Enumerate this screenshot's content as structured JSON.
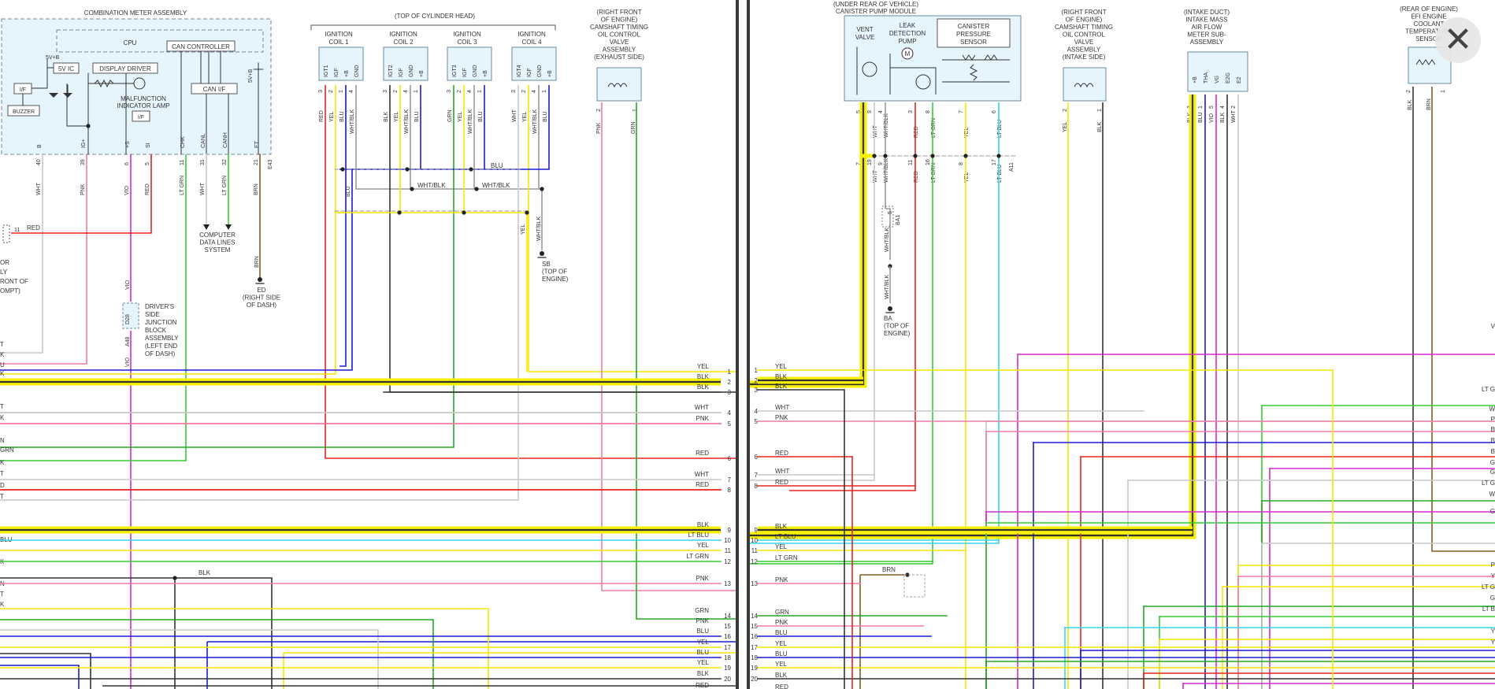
{
  "colors": {
    "RED": "#e8231f",
    "YEL": "#f5e600",
    "BLU": "#1b1bd6",
    "BLK": "#333333",
    "WHT": "#c8c8c8",
    "PNK": "#f27aa8",
    "GRN": "#23a823",
    "LT_GRN": "#33cc33",
    "LT_BLU": "#35d3ee",
    "VIO": "#d22bd2",
    "BRN": "#8a5a23",
    "WHT_BLK": "#9a9a9a",
    "GRY": "#777777",
    "highlight": "#f6f000",
    "box_fill": "#e6f4fb",
    "box_stroke": "#6b8aa0"
  },
  "close": {
    "icon": "close-icon",
    "glyph": "✕"
  },
  "left": {
    "combination_meter": {
      "title": "COMBINATION METER ASSEMBLY",
      "cpu": "CPU",
      "can_controller": "CAN CONTROLLER",
      "display_driver": "DISPLAY DRIVER",
      "five_v_ic": "5V IC",
      "five_v_b": "5V+B",
      "five_v_b2": "5V+B",
      "if_left": "I/F",
      "buzzer": "BUZZER",
      "mil_1": "MALFUNCTION",
      "mil_2": "INDICATOR LAMP",
      "if_mil": "I/F",
      "can_if": "CAN I/F"
    },
    "meter_pins": [
      {
        "pin": "B",
        "num": "40",
        "wire": "WHT"
      },
      {
        "pin": "IG+",
        "num": "39",
        "wire": "PNK"
      },
      {
        "pin": "+S",
        "num": "6",
        "wire": "VIO"
      },
      {
        "pin": "SI",
        "num": "5",
        "wire": "RED"
      },
      {
        "pin": "CHK",
        "num": "11",
        "wire": "LT GRN"
      },
      {
        "pin": "CANL",
        "num": "31",
        "wire": "WHT"
      },
      {
        "pin": "CANH",
        "num": "32",
        "wire": "LT GRN"
      },
      {
        "pin": "ET",
        "num": "21",
        "wire": "BRN"
      }
    ],
    "meter_conn": "E43",
    "cylinder_head": "(TOP OF CYLINDER HEAD)",
    "coils": [
      {
        "name1": "IGNITION",
        "name2": "COIL 1",
        "pins": [
          "IGT1",
          "IGF",
          "+B",
          "GND"
        ],
        "nums": [
          "3",
          "2",
          "1",
          "4"
        ],
        "wires": [
          "RED",
          "YEL",
          "BLU",
          "WHT/BLK"
        ]
      },
      {
        "name1": "IGNITION",
        "name2": "COIL 2",
        "pins": [
          "IGT2",
          "IGF",
          "GND",
          "+B"
        ],
        "nums": [
          "3",
          "2",
          "4",
          "1"
        ],
        "wires": [
          "BLK",
          "YEL",
          "WHT/BLK",
          "BLU"
        ]
      },
      {
        "name1": "IGNITION",
        "name2": "COIL 3",
        "pins": [
          "IGT3",
          "IGF",
          "GND",
          "+B"
        ],
        "nums": [
          "3",
          "2",
          "4",
          "1"
        ],
        "wires": [
          "GRN",
          "YEL",
          "WHT/BLK",
          "BLU"
        ]
      },
      {
        "name1": "IGNITION",
        "name2": "COIL 4",
        "pins": [
          "IGT4",
          "IGF",
          "GND",
          "+B"
        ],
        "nums": [
          "3",
          "2",
          "4",
          "1"
        ],
        "wires": [
          "WHT",
          "YEL",
          "WHT/BLK",
          "BLU"
        ]
      }
    ],
    "ocv_exhaust": [
      "(RIGHT FRONT",
      "OF ENGINE)",
      "CAMSHAFT TIMING",
      "OIL CONTROL",
      "VALVE",
      "ASSEMBLY",
      "(EXHAUST SIDE)"
    ],
    "ocv_ex_pins": {
      "n1": "2",
      "n2": "1",
      "w1": "PNK",
      "w2": "GRN"
    },
    "bus_labels": {
      "blu": "BLU",
      "whtblk1": "WHT/BLK",
      "whtblk2": "WHT/BLK",
      "yel": "YEL",
      "whtblk3": "WHT/BLK",
      "blk": "BLK",
      "red_side": "RED",
      "red_side_num": "11",
      "brn": "BRN",
      "vio": "VIO",
      "vio2": "VIO",
      "blu2": "BLU"
    },
    "computer_data": [
      "COMPUTER",
      "DATA LINES",
      "SYSTEM"
    ],
    "ground_ed": [
      "ED",
      "(RIGHT SIDE",
      "OF DASH)"
    ],
    "ground_sb": [
      "SB",
      "(TOP OF",
      "ENGINE)"
    ],
    "junction": [
      "DRIVER'S",
      "SIDE",
      "JUNCTION",
      "BLOCK",
      "ASSEMBLY",
      "(LEFT END",
      "OF DASH)"
    ],
    "junction_c1": "D28",
    "junction_c2": "A48",
    "side_text": [
      "OR",
      "LY",
      "RONT OF",
      "OMPT)"
    ],
    "edge_labels": [
      "T",
      "K",
      "U",
      "K",
      "T",
      "K",
      "N",
      "GRN",
      "K",
      "T",
      "D",
      "T",
      "K",
      "BLU",
      "K",
      "N",
      "T",
      "K"
    ],
    "rows": [
      {
        "n": "1",
        "label": "YEL"
      },
      {
        "n": "2",
        "label": "BLK"
      },
      {
        "n": "3",
        "label": "BLK"
      },
      {
        "n": "4",
        "label": "WHT"
      },
      {
        "n": "5",
        "label": "PNK"
      },
      {
        "n": "6",
        "label": "RED"
      },
      {
        "n": "7",
        "label": "WHT"
      },
      {
        "n": "8",
        "label": "RED"
      },
      {
        "n": "9",
        "label": "BLK"
      },
      {
        "n": "10",
        "label": "LT BLU"
      },
      {
        "n": "11",
        "label": "YEL"
      },
      {
        "n": "12",
        "label": "LT GRN"
      },
      {
        "n": "13",
        "label": "PNK"
      },
      {
        "n": "14",
        "label": "GRN"
      },
      {
        "n": "15",
        "label": "PNK"
      },
      {
        "n": "16",
        "label": "BLU"
      },
      {
        "n": "17",
        "label": "YEL"
      },
      {
        "n": "18",
        "label": "BLU"
      },
      {
        "n": "19",
        "label": "YEL"
      },
      {
        "n": "20",
        "label": "BLK"
      }
    ],
    "row_extra_red": "RED"
  },
  "right": {
    "canister": {
      "title1": "(UNDER REAR OF VEHICLE)",
      "title2": "CANISTER PUMP MODULE",
      "vent1": "VENT",
      "vent2": "VALVE",
      "leak1": "LEAK",
      "leak2": "DETECTION",
      "leak3": "PUMP",
      "cps1": "CANISTER",
      "cps2": "PRESSURE",
      "cps3": "SENSOR",
      "motor": "M"
    },
    "canister_pins": [
      {
        "num": "5",
        "wire": "BLK"
      },
      {
        "num": "9",
        "wire": "WHT"
      },
      {
        "num": "4",
        "wire": "WHT/BLK"
      },
      {
        "num": "3",
        "wire": "RED"
      },
      {
        "num": "8",
        "wire": "LT GRN"
      },
      {
        "num": "7",
        "wire": "YEL"
      },
      {
        "num": "6",
        "wire": "LT BLU"
      }
    ],
    "canister_lower": [
      {
        "num": "7",
        "wire": "BLK"
      },
      {
        "num": "19",
        "wire": "WHT"
      },
      {
        "num": "9",
        "wire": "WHT/BLK"
      },
      {
        "num": "11",
        "wire": "RED"
      },
      {
        "num": "16",
        "wire": "LT GRN"
      },
      {
        "num": "8",
        "wire": "YEL"
      },
      {
        "num": "17",
        "wire": "LT BLU"
      }
    ],
    "lower_conn": "A11",
    "ba1": "BA1",
    "ba1_num": "5",
    "whtblk_down": "WHT/BLK",
    "whtblk_down2": "WHT/BLK",
    "ground_ba": [
      "BA",
      "(TOP OF",
      "ENGINE)"
    ],
    "ocv_intake": [
      "(RIGHT FRONT",
      "OF ENGINE)",
      "CAMSHAFT TIMING",
      "OIL CONTROL",
      "VALVE",
      "ASSEMBLY",
      "(INTAKE SIDE)"
    ],
    "ocv_in_pins": {
      "n1": "2",
      "n2": "1",
      "w1": "YEL",
      "w2": "BLK"
    },
    "maf": [
      "(INTAKE DUCT)",
      "INTAKE MASS",
      "AIR FLOW",
      "METER SUB-",
      "ASSEMBLY"
    ],
    "maf_pins": [
      {
        "pin": "+B",
        "num": "3",
        "wire": "BLK"
      },
      {
        "pin": "THA",
        "num": "1",
        "wire": "BLU"
      },
      {
        "pin": "VG",
        "num": "5",
        "wire": "VIO"
      },
      {
        "pin": "E2G",
        "num": "4",
        "wire": "BLK"
      },
      {
        "pin": "E2",
        "num": "2",
        "wire": "WHT"
      }
    ],
    "ect": [
      "(REAR OF ENGINE)",
      "EFI ENGINE",
      "COOLANT",
      "TEMPERATURE",
      "SENSOR"
    ],
    "ect_pins": {
      "n1": "2",
      "n2": "1",
      "w1": "BLK",
      "w2": "BRN"
    },
    "brn_label": "BRN",
    "rows": [
      {
        "n": "1",
        "label": "YEL"
      },
      {
        "n": "2",
        "label": "BLK"
      },
      {
        "n": "3",
        "label": "BLK"
      },
      {
        "n": "4",
        "label": "WHT"
      },
      {
        "n": "5",
        "label": "PNK"
      },
      {
        "n": "6",
        "label": "RED"
      },
      {
        "n": "7",
        "label": "WHT"
      },
      {
        "n": "8",
        "label": "RED"
      },
      {
        "n": "9",
        "label": "BLK"
      },
      {
        "n": "10",
        "label": "LT BLU"
      },
      {
        "n": "11",
        "label": "YEL"
      },
      {
        "n": "12",
        "label": "LT GRN"
      },
      {
        "n": "13",
        "label": "PNK"
      },
      {
        "n": "14",
        "label": "GRN"
      },
      {
        "n": "15",
        "label": "PNK"
      },
      {
        "n": "16",
        "label": "BLU"
      },
      {
        "n": "17",
        "label": "YEL"
      },
      {
        "n": "18",
        "label": "BLU"
      },
      {
        "n": "19",
        "label": "YEL"
      },
      {
        "n": "20",
        "label": "BLK"
      }
    ],
    "row_extra_red": "RED",
    "edge_labels": [
      "V",
      "LT G",
      "W",
      "P",
      "B",
      "B",
      "B",
      "G",
      "G",
      "LT G",
      "W",
      "G",
      "P",
      "Y",
      "LT G",
      "G",
      "LT B",
      "Y",
      "Y"
    ]
  }
}
